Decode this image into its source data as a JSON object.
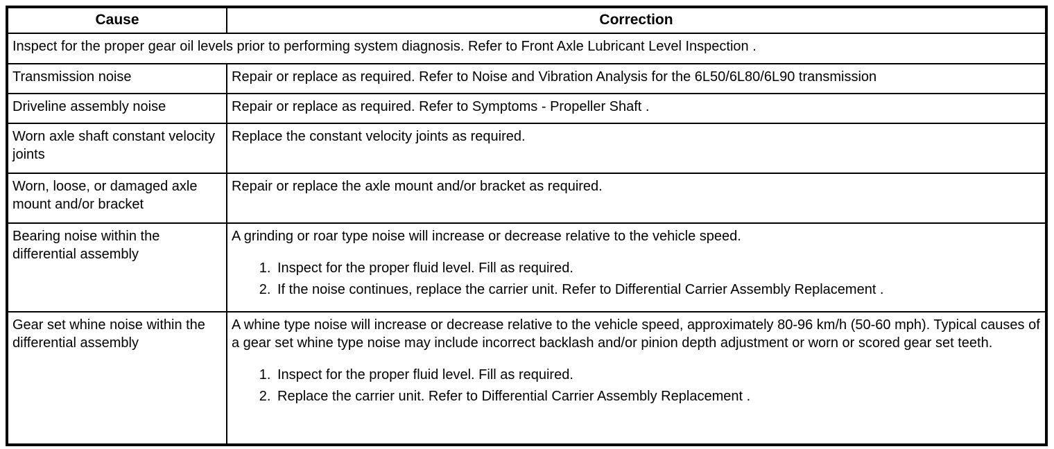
{
  "table": {
    "header": {
      "cause": "Cause",
      "correction": "Correction"
    },
    "note": "Inspect for the proper gear oil levels prior to performing system diagnosis. Refer to Front Axle Lubricant Level Inspection .",
    "rows": [
      {
        "cause": "Transmission noise",
        "correction": "Repair or replace as required. Refer to Noise and Vibration Analysis for the 6L50/6L80/6L90 transmission"
      },
      {
        "cause": "Driveline assembly noise",
        "correction": "Repair or replace as required. Refer to Symptoms - Propeller Shaft ."
      },
      {
        "cause": "Worn axle shaft constant velocity joints",
        "correction": "Replace the constant velocity joints as required."
      },
      {
        "cause": "Worn, loose, or damaged axle mount and/or bracket",
        "correction": "Repair or replace the axle mount and/or bracket as required."
      },
      {
        "cause": "Bearing noise within the differential assembly",
        "correction": "A grinding or roar type noise will increase or decrease relative to the vehicle speed.",
        "steps": [
          "Inspect for the proper fluid level. Fill as required.",
          "If the noise continues, replace the carrier unit. Refer to Differential Carrier Assembly Replacement ."
        ]
      },
      {
        "cause": "Gear set whine noise within the differential assembly",
        "correction": "A whine type noise will increase or decrease relative to the vehicle speed, approximately 80-96 km/h (50-60 mph). Typical causes of a gear set whine type noise may include incorrect backlash and/or pinion depth adjustment or worn or scored gear set teeth.",
        "steps": [
          "Inspect for the proper fluid level. Fill as required.",
          "Replace the carrier unit. Refer to Differential Carrier Assembly Replacement ."
        ]
      }
    ],
    "colors": {
      "border": "#000000",
      "text": "#000000",
      "background": "#ffffff"
    }
  }
}
